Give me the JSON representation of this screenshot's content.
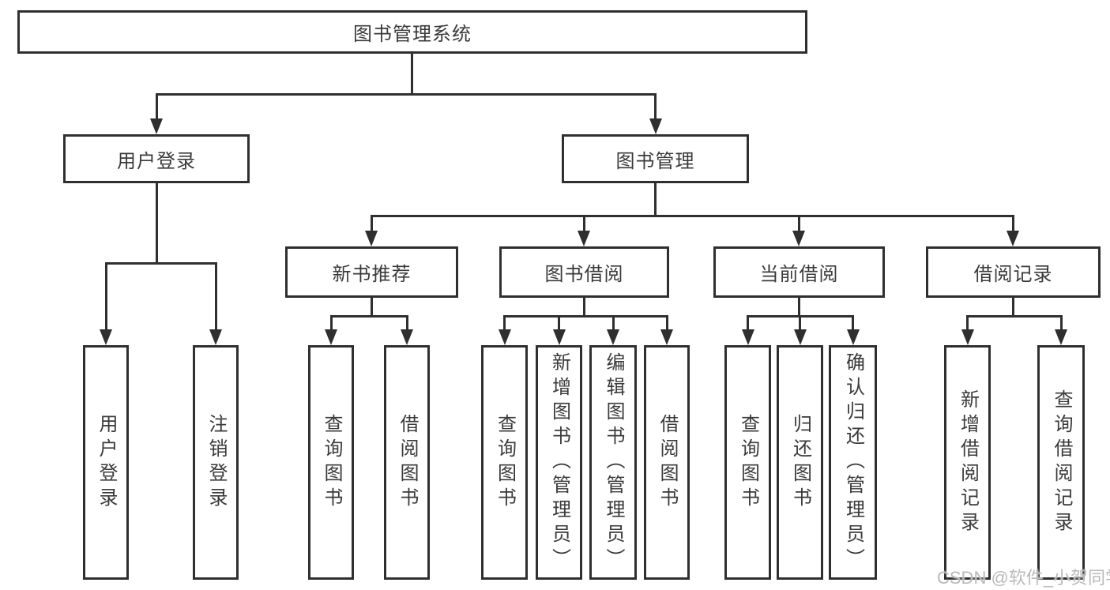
{
  "diagram_type": "tree",
  "tree": {
    "label": "图书管理系统",
    "children": [
      {
        "label": "用户登录",
        "children": [
          {
            "label": "用户登录"
          },
          {
            "label": "注销登录"
          }
        ]
      },
      {
        "label": "图书管理",
        "children": [
          {
            "label": "新书推荐",
            "children": [
              {
                "label": "查询图书"
              },
              {
                "label": "借阅图书"
              }
            ]
          },
          {
            "label": "图书借阅",
            "children": [
              {
                "label": "查询图书"
              },
              {
                "label": "新增图书（管理员）"
              },
              {
                "label": "编辑图书（管理员）"
              },
              {
                "label": "借阅图书"
              }
            ]
          },
          {
            "label": "当前借阅",
            "children": [
              {
                "label": "查询图书"
              },
              {
                "label": "归还图书"
              },
              {
                "label": "确认归还（管理员）"
              }
            ]
          },
          {
            "label": "借阅记录",
            "children": [
              {
                "label": "新增借阅记录"
              },
              {
                "label": "查询借阅记录"
              }
            ]
          }
        ]
      }
    ]
  },
  "watermark": "CSDN @软件_小贺同学",
  "colors": {
    "line": "#2f2f2f",
    "text": "#3a3a3a",
    "watermark": "#b9b9b9",
    "background": "#ffffff"
  }
}
